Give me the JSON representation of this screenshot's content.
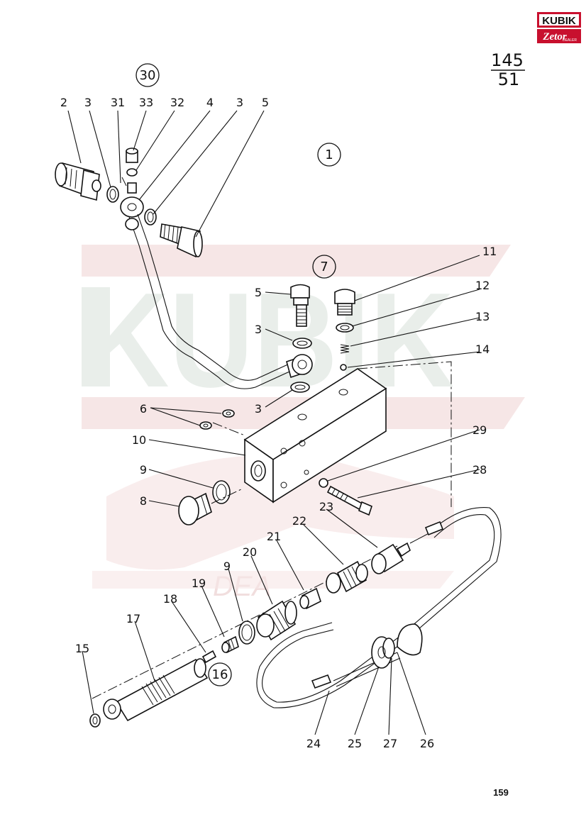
{
  "header": {
    "brand_top": "KUBIK",
    "brand_bottom": "Zetor",
    "brand_small": "DEALER",
    "page_ref_top": "145",
    "page_ref_bottom": "51"
  },
  "footer": {
    "page_number": "159"
  },
  "watermark": {
    "text": "KUBIK",
    "sub": "DEA"
  },
  "colors": {
    "brand_red": "#c8102e",
    "ink": "#111111",
    "watermark_red": "#f6e6e6"
  },
  "callouts": {
    "c30": "30",
    "c1": "1",
    "c7": "7",
    "c16": "16",
    "p2": "2",
    "p3a": "3",
    "p31": "31",
    "p33": "33",
    "p32": "32",
    "p4": "4",
    "p3b": "3",
    "p5a": "5",
    "p11": "11",
    "p12": "12",
    "p13": "13",
    "p14": "14",
    "p5b": "5",
    "p3c": "3",
    "p3d": "3",
    "p6": "6",
    "p10": "10",
    "p9a": "9",
    "p8": "8",
    "p29": "29",
    "p28": "28",
    "p23": "23",
    "p22": "22",
    "p21": "21",
    "p20": "20",
    "p9b": "9",
    "p19": "19",
    "p18": "18",
    "p17": "17",
    "p15": "15",
    "p24": "24",
    "p25": "25",
    "p27": "27",
    "p26": "26"
  }
}
